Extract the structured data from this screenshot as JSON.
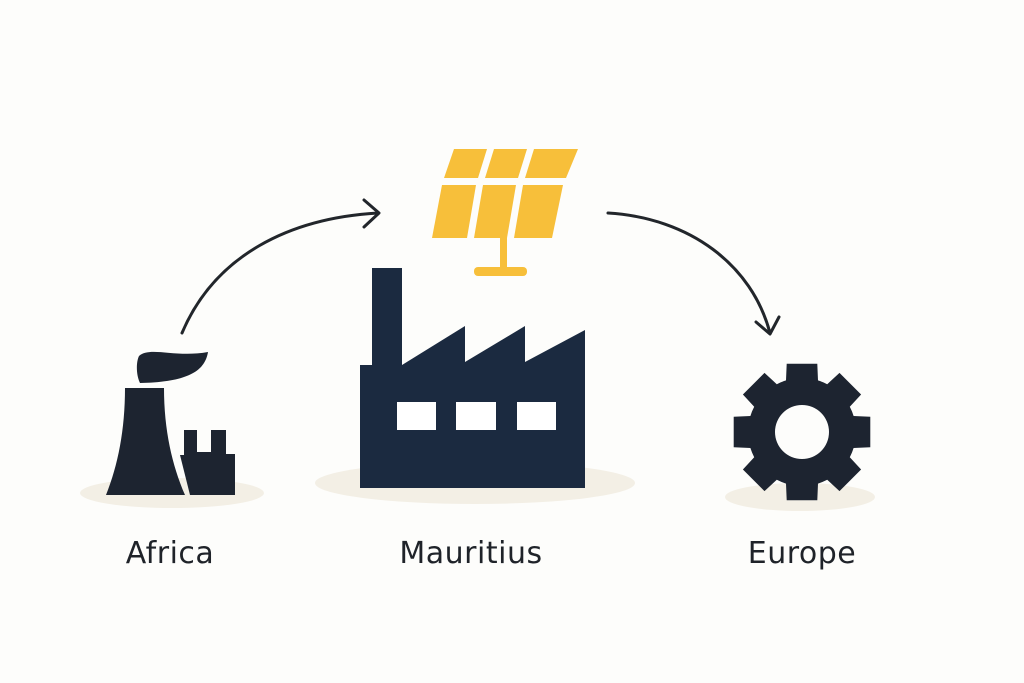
{
  "nodes": [
    {
      "id": "africa",
      "label": "Africa",
      "icon": "power-plant-icon"
    },
    {
      "id": "mauritius",
      "label": "Mauritius",
      "icon": "factory-with-solar-panel-icon"
    },
    {
      "id": "europe",
      "label": "Europe",
      "icon": "gear-icon"
    }
  ],
  "edges": [
    {
      "from": "africa",
      "to": "mauritius"
    },
    {
      "from": "mauritius",
      "to": "europe"
    }
  ],
  "colors": {
    "background": "#fdfdfb",
    "icon_dark": "#1d2430",
    "factory": "#1b2a40",
    "solar": "#f7bf3a",
    "shadow": "#f3efe5",
    "arrow": "#22262b"
  }
}
